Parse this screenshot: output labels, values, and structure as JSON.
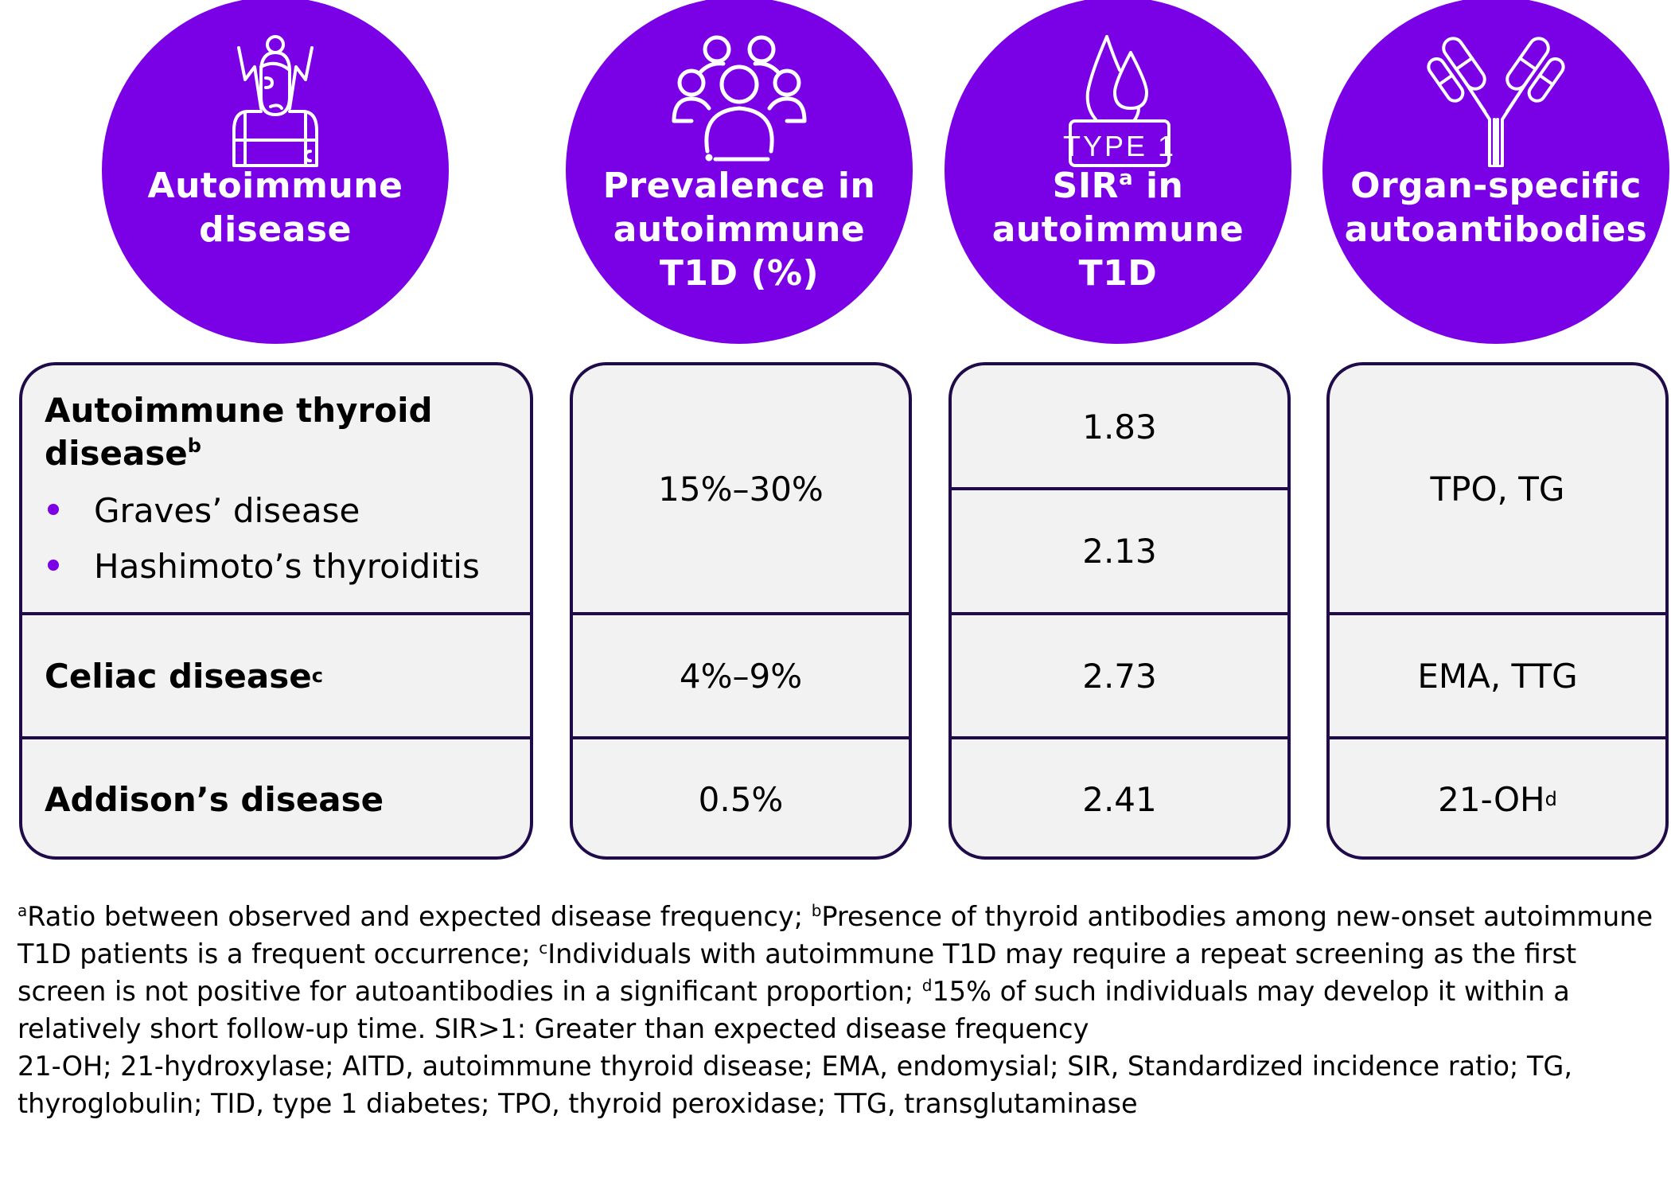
{
  "colors": {
    "circle_fill": "#7a00e6",
    "box_border": "#1f0a4a",
    "box_fill": "#f2f2f2",
    "bullet": "#7a00e6"
  },
  "headers": [
    {
      "icon": "frustrated-person-icon",
      "line1": "Autoimmune",
      "line2": "disease"
    },
    {
      "icon": "people-group-icon",
      "line1": "Prevalence in",
      "line2": "autoimmune",
      "line3": "T1D (%)"
    },
    {
      "icon": "blood-drop-type1-icon",
      "line1_pre": "SIR",
      "line1_sup": "a",
      "line1_post": " in",
      "line2": "autoimmune",
      "line3": "T1D"
    },
    {
      "icon": "antibody-icon",
      "line1": "Organ-specific",
      "line2": "autoantibodies"
    }
  ],
  "type1_label": "TYPE 1",
  "rows": [
    {
      "disease": "Autoimmune thyroid disease",
      "disease_line1": "Autoimmune thyroid",
      "disease_line2": "disease",
      "footnote": "b",
      "subtypes": [
        "Graves’ disease",
        "Hashimoto’s thyroiditis"
      ],
      "prevalence": "15%–30%",
      "sir": [
        "1.83",
        "2.13"
      ],
      "autoantibodies": "TPO, TG"
    },
    {
      "disease": "Celiac disease",
      "footnote": "c",
      "prevalence": "4%–9%",
      "sir": [
        "2.73"
      ],
      "autoantibodies": "EMA, TTG"
    },
    {
      "disease": "Addison’s disease",
      "footnote": "",
      "prevalence": "0.5%",
      "sir": [
        "2.41"
      ],
      "autoantibodies": "21-OH",
      "autoantibodies_footnote": "d"
    }
  ],
  "footnotes": {
    "a_mark": "a",
    "a_text": "Ratio between observed and expected disease frequency; ",
    "b_mark": "b",
    "b_text": "Presence of thyroid antibodies among new-onset autoimmune T1D patients is a frequent occurrence; ",
    "c_mark": "c",
    "c_text": "Individuals with autoimmune T1D may require a repeat screening as the first screen is not positive for autoantibodies in a significant proportion; ",
    "d_mark": "d",
    "d_text": "15% of such individuals may develop it within a relatively short follow-up time. SIR>1: Greater than expected disease frequency",
    "abbreviations": "21-OH; 21-hydroxylase; AITD, autoimmune thyroid disease; EMA, endomysial; SIR, Standardized incidence ratio; TG, thyroglobulin; TID, type 1 diabetes; TPO, thyroid peroxidase; TTG, transglutaminase"
  }
}
